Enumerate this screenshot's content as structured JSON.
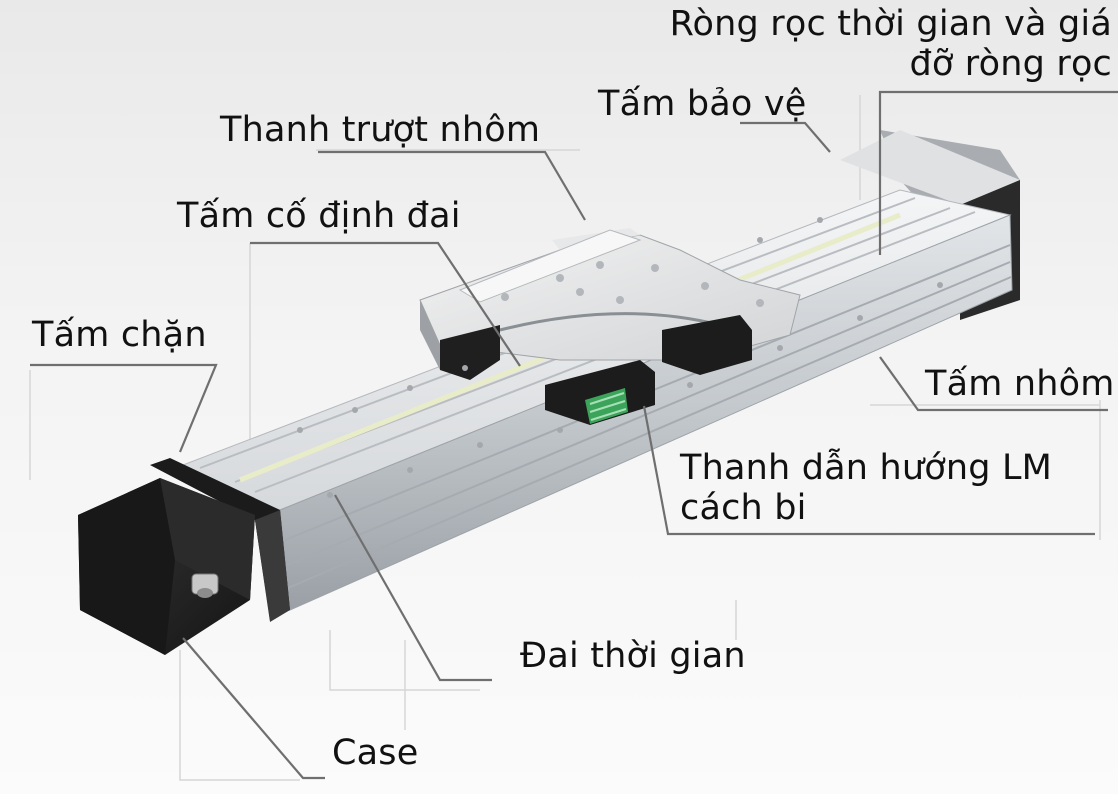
{
  "labels": {
    "pulley_l1": "Ròng rọc thời gian và giá",
    "pulley_l2": "đỡ ròng rọc",
    "protective_plate": "Tấm bảo vệ",
    "aluminum_slider": "Thanh trượt nhôm",
    "belt_clamp": "Tấm cố định đai",
    "stopper_plate": "Tấm chặn",
    "aluminum_plate": "Tấm nhôm",
    "lm_guide_l1": "Thanh dẫn hướng LM",
    "lm_guide_l2": "cách bi",
    "timing_belt": "Đai thời gian",
    "case": "Case"
  }
}
